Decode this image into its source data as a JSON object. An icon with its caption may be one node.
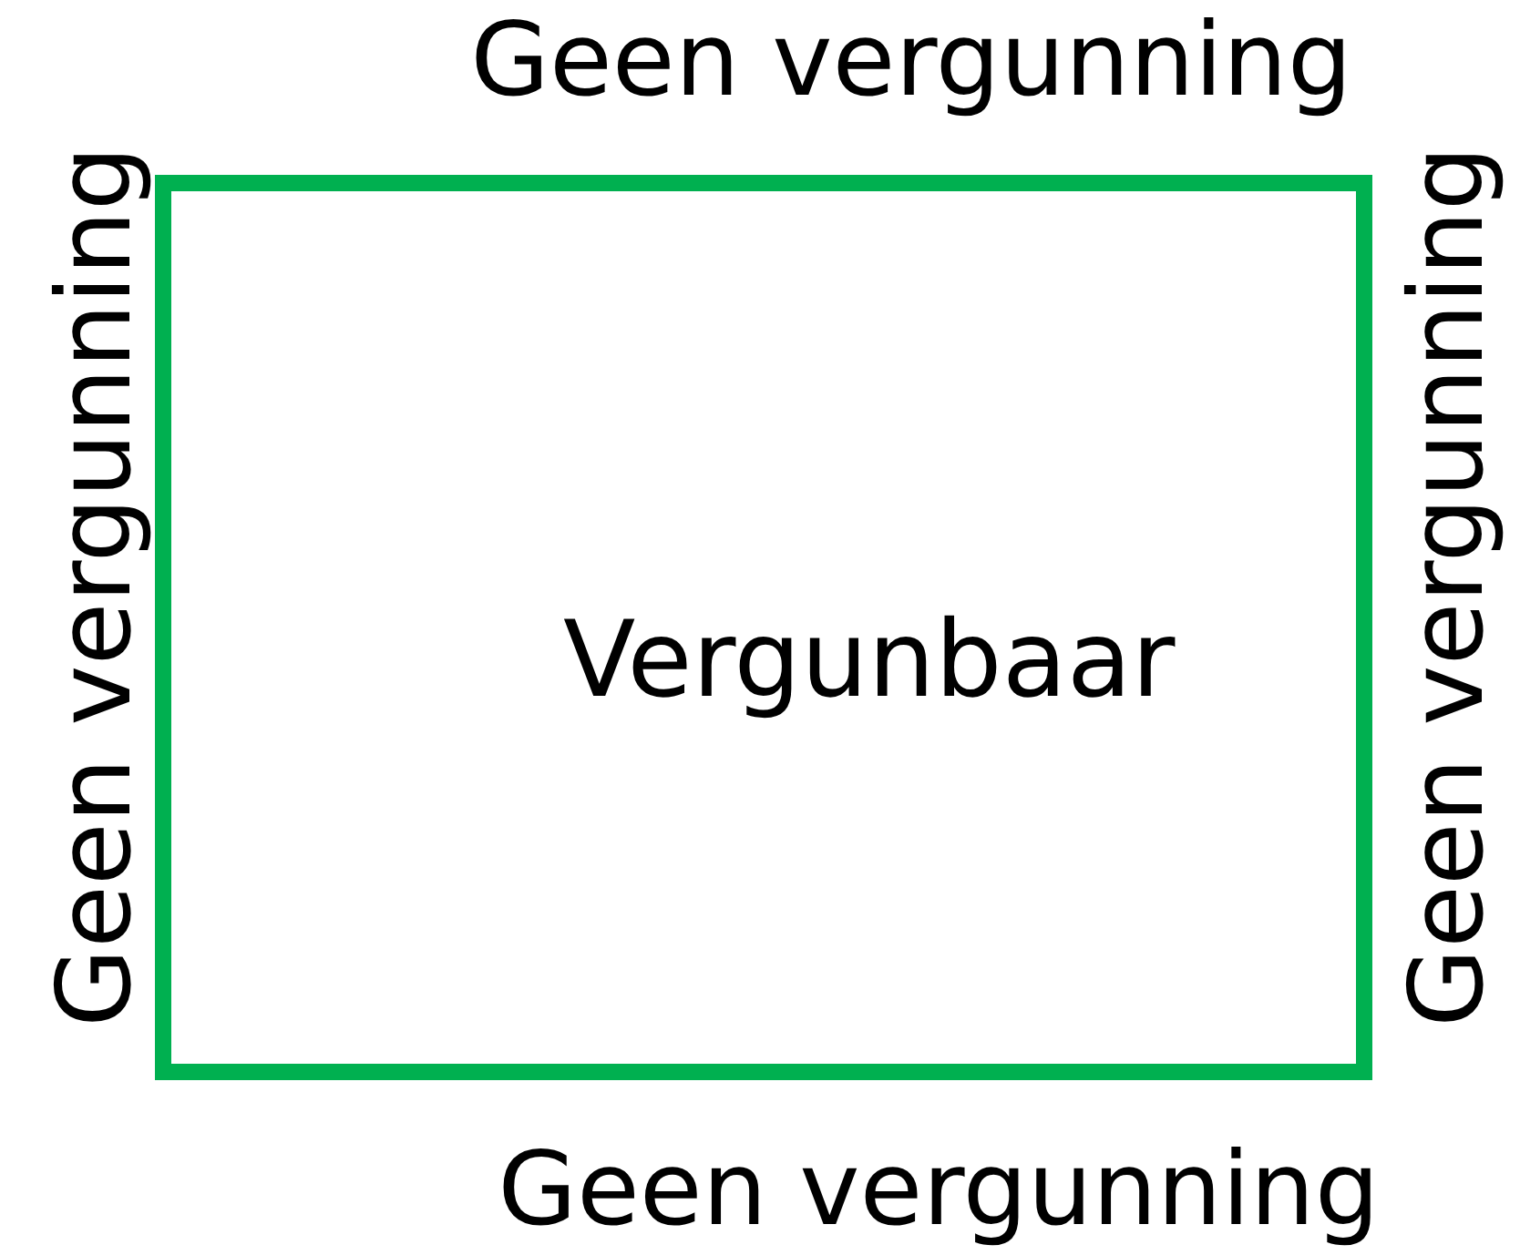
{
  "diagram": {
    "nodes": [
      {
        "text": [
          "Vergunbaar"
        ]
      }
    ],
    "labels": [
      "Geen vergunning",
      "Geen vergunning",
      "Geen vergunning",
      "Geen vergunning"
    ]
  }
}
